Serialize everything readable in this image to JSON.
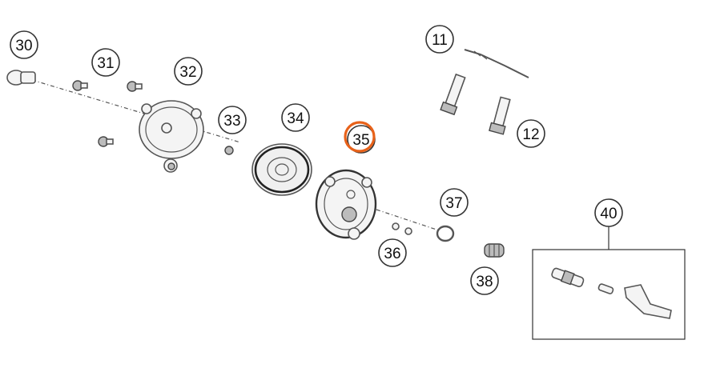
{
  "diagram": {
    "callouts": {
      "c30": "30",
      "c31": "31",
      "c32": "32",
      "c33": "33",
      "c34": "34",
      "c35": "35",
      "c36": "36",
      "c37": "37",
      "c38": "38",
      "c40": "40",
      "c11": "11",
      "c12": "12"
    },
    "highlight": {
      "callout": "35",
      "color": "#e8621a"
    }
  }
}
